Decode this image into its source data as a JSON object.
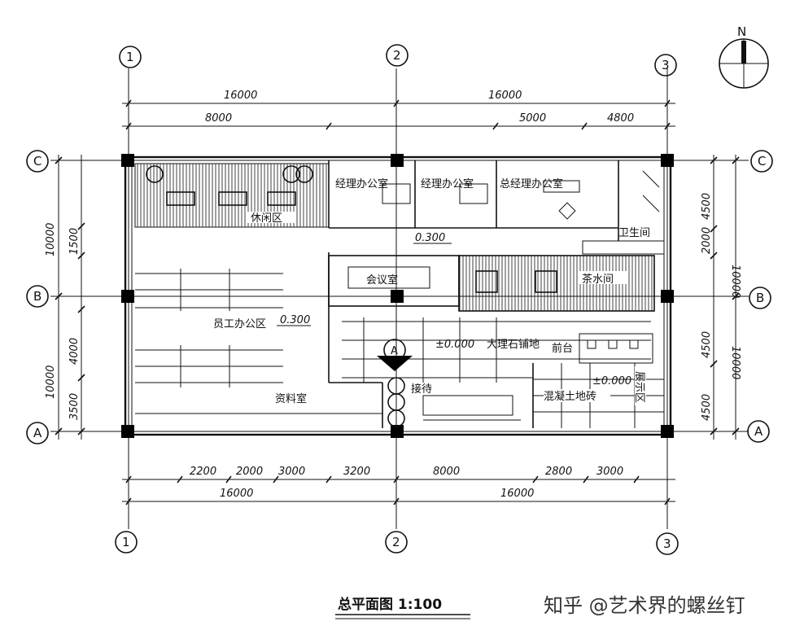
{
  "north": "N",
  "axes_vertical": [
    "1",
    "2",
    "3"
  ],
  "axes_horizontal": [
    "C",
    "B",
    "A"
  ],
  "dims_top": {
    "overall": [
      "16000",
      "16000"
    ],
    "sub": [
      "8000",
      "5000",
      "4800"
    ]
  },
  "dims_bottom": {
    "sub": [
      "2200",
      "2000",
      "3000",
      "3200",
      "8000",
      "2800",
      "3000"
    ],
    "overall": [
      "16000",
      "16000"
    ]
  },
  "dims_left": {
    "overall": [
      "10000",
      "10000"
    ],
    "sub": [
      "1500",
      "4000",
      "3500"
    ]
  },
  "dims_right": {
    "overall": [
      "10000",
      "10000"
    ],
    "sub": [
      "4500",
      "2000",
      "4500",
      "4500"
    ]
  },
  "rooms": {
    "lounge": "休闲区",
    "manager1": "经理办公室",
    "manager2": "经理办公室",
    "gm": "总经理办公室",
    "wc": "卫生间",
    "meeting": "会议室",
    "tea": "茶水间",
    "staff": "员工办公区",
    "archive": "资料室",
    "reception": "接待",
    "marble": "大理石铺地",
    "front_desk": "前台",
    "concrete": "混凝土地砖",
    "display": "展示区"
  },
  "levels": {
    "l1": "0.300",
    "l2": "0.300",
    "l3": "±0.000",
    "l4": "±0.000"
  },
  "entry_marker": "A",
  "drawing_title": "总平面图 1:100",
  "watermark": "知乎 @艺术界的螺丝钉"
}
